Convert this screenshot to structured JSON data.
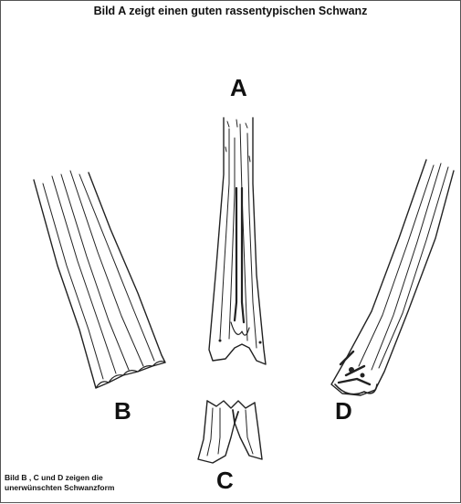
{
  "title": "Bild A zeigt einen guten rassentypischen Schwanz",
  "labels": {
    "a": "A",
    "b": "B",
    "c": "C",
    "d": "D"
  },
  "caption": {
    "line1": "Bild B , C und D zeigen die",
    "line2": "unerwünschten Schwanzform"
  }
}
